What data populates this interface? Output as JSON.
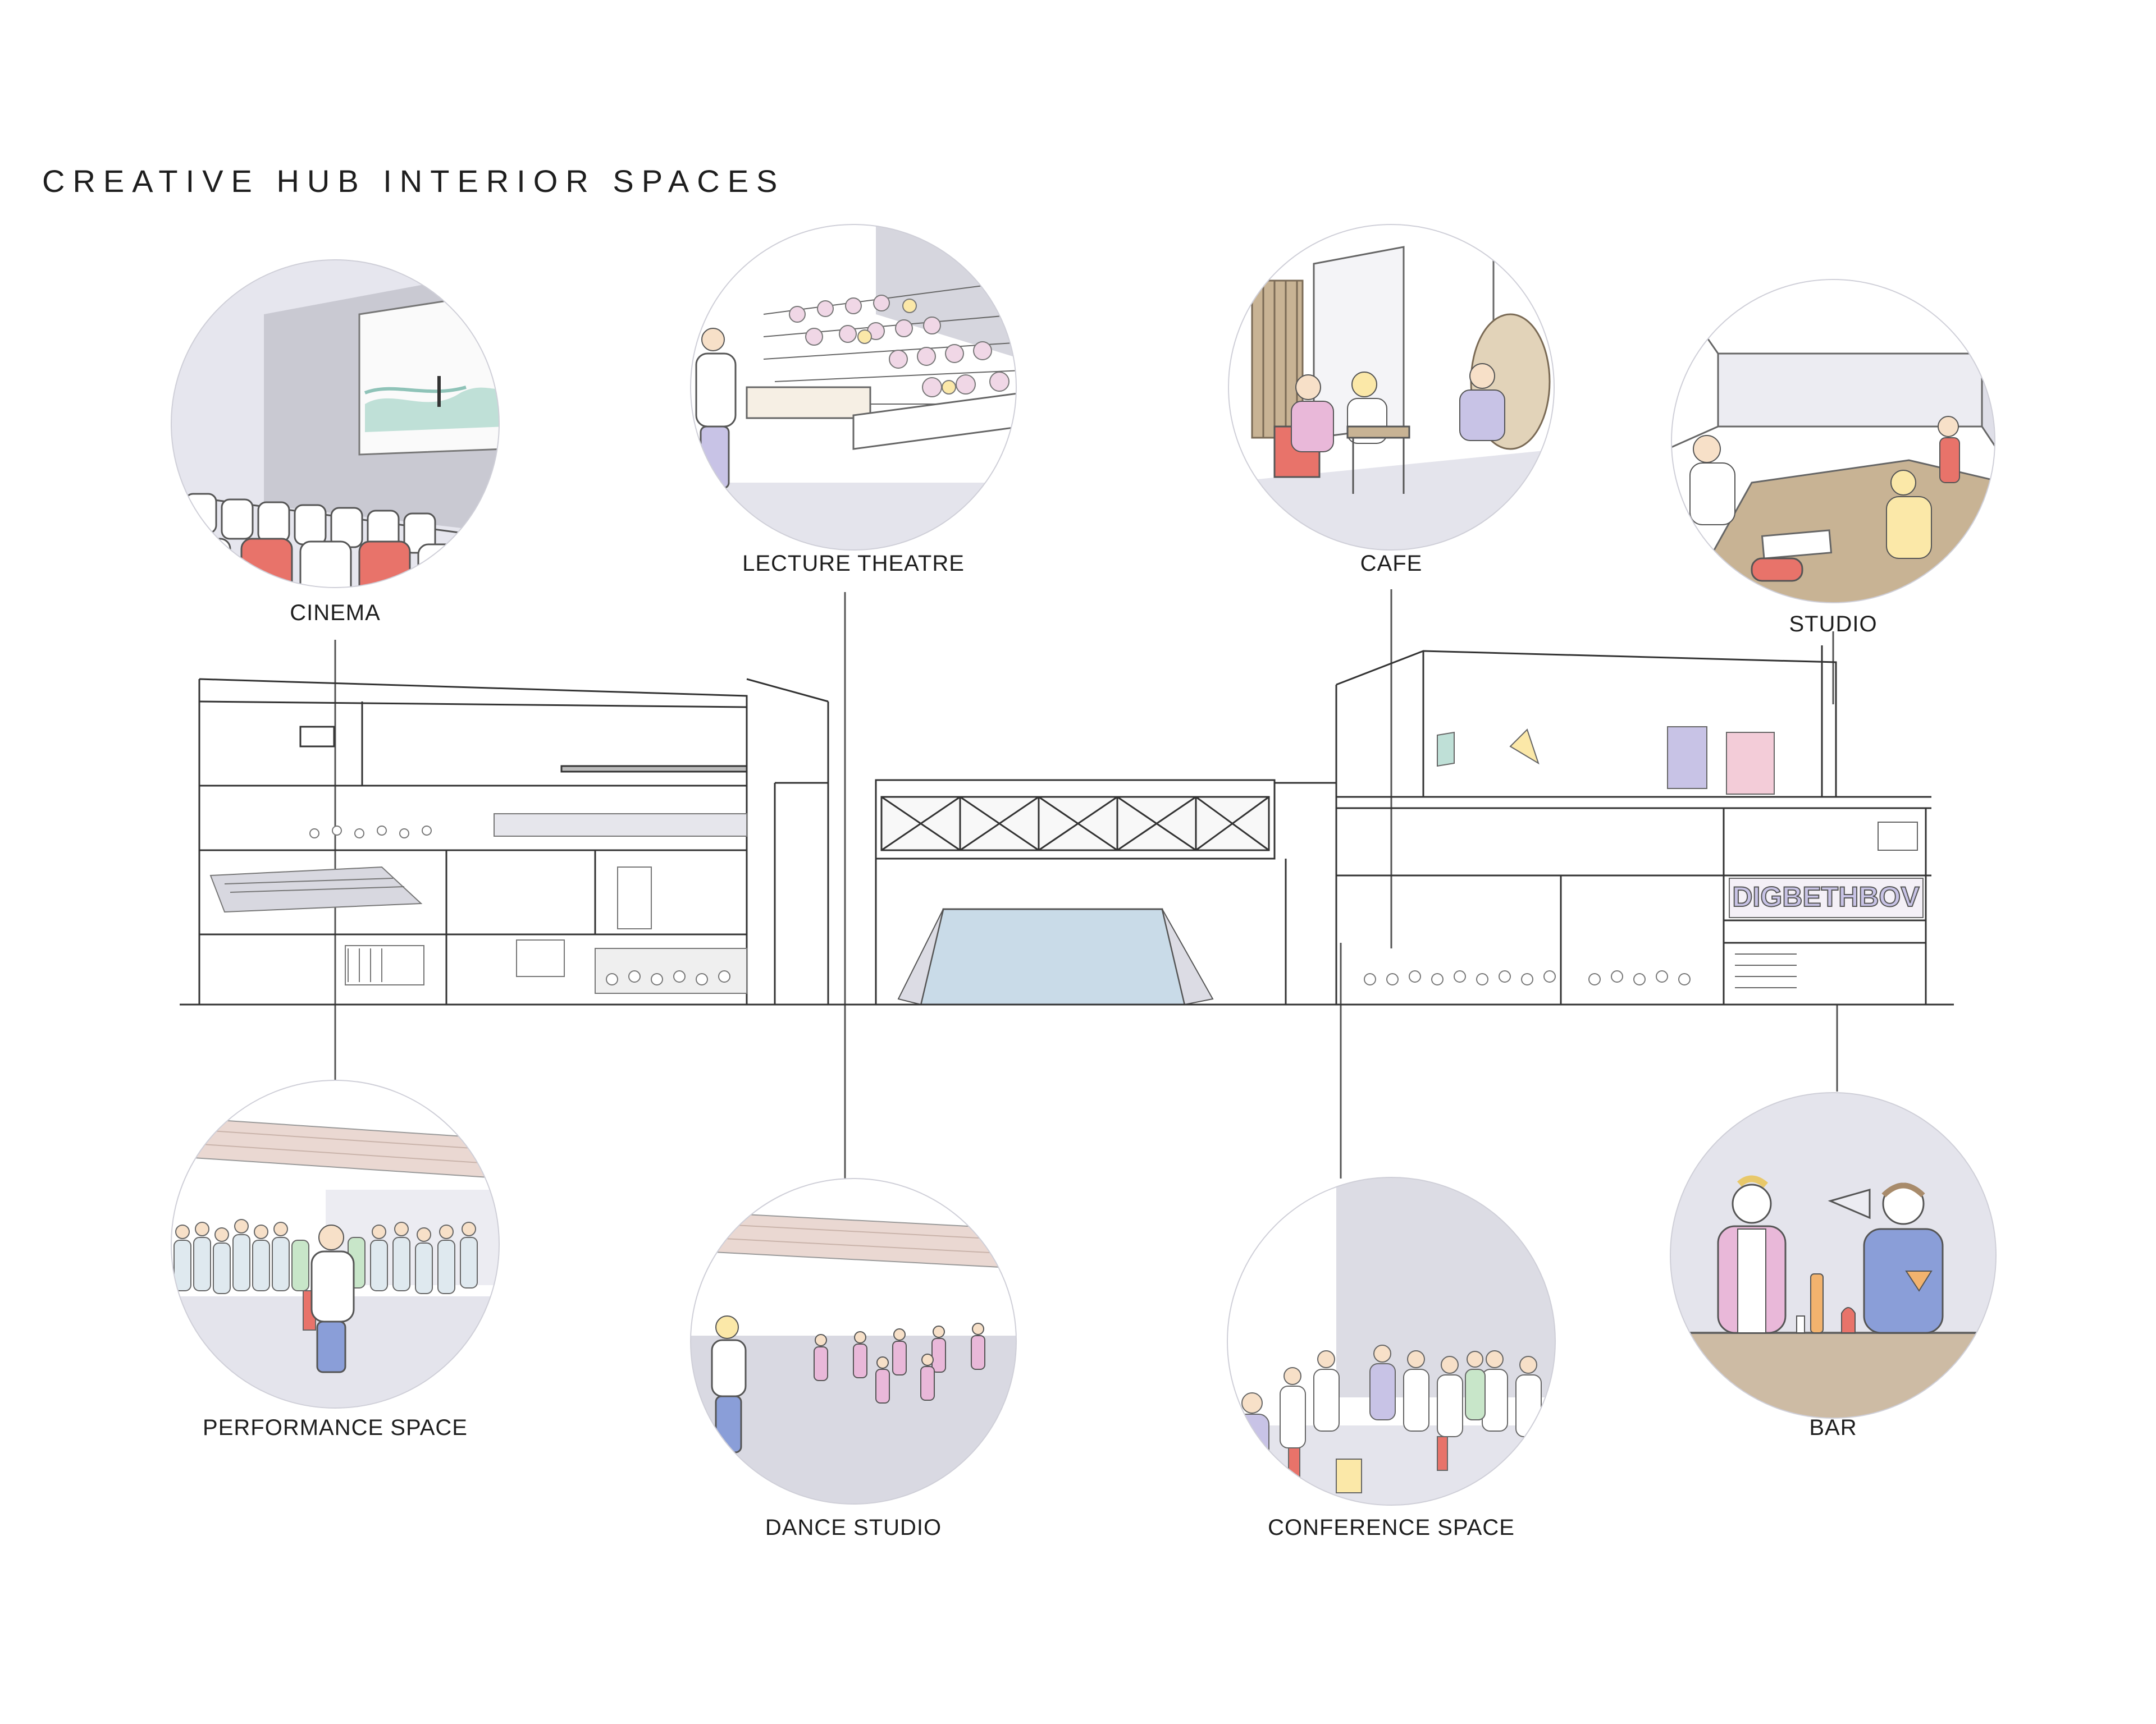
{
  "title": "CREATIVE HUB INTERIOR SPACES",
  "spaces": {
    "cinema": "CINEMA",
    "lecture_theatre": "LECTURE THEATRE",
    "cafe": "CAFE",
    "studio": "STUDIO",
    "performance_space": "PERFORMANCE SPACE",
    "dance_studio": "DANCE STUDIO",
    "conference_space": "CONFERENCE SPACE",
    "bar": "BAR"
  },
  "mural_text": "DIGBETHBOV",
  "colors": {
    "circle_bg": "#e4e4ec",
    "line": "#3a3a3a",
    "seat_red": "#e8736a",
    "water_blue": "#c9dbe8",
    "bar_counter": "#cdbba4",
    "table_tan": "#c8b394",
    "ceiling_pink": "#ead8d2"
  }
}
